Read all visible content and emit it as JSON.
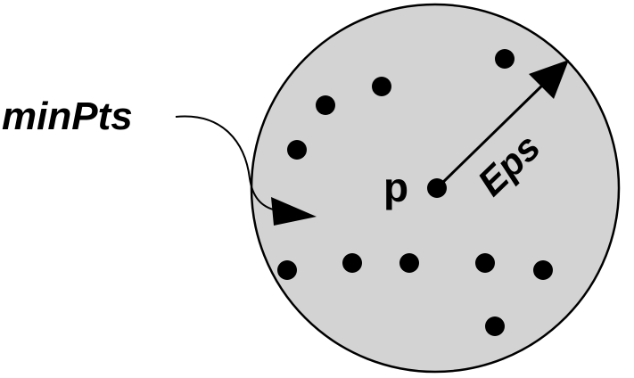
{
  "diagram": {
    "labels": {
      "min_pts": "minPts",
      "center_point": "p",
      "radius": "Eps"
    },
    "colors": {
      "neighborhood_fill": "#d3d3d3",
      "stroke": "#000000",
      "point": "#000000"
    },
    "icons": {
      "radius_arrow": "arrow-icon",
      "min_pts_arrow": "curved-arrow-icon"
    }
  }
}
